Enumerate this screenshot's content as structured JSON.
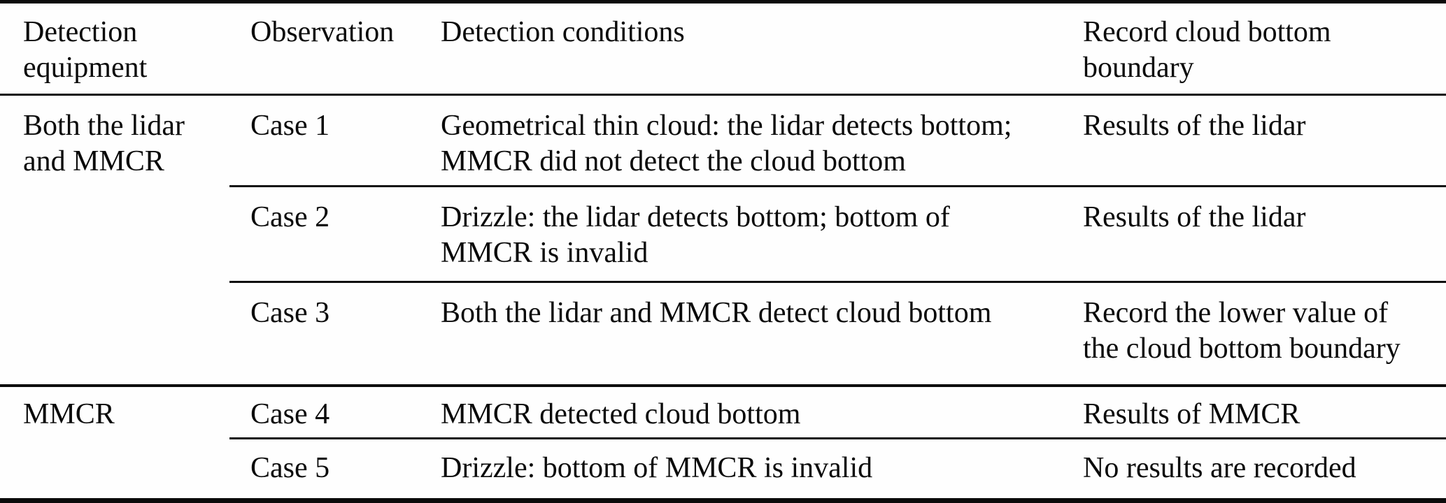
{
  "table": {
    "title_hint": "Cloud bottom boundary recording rules by detection equipment",
    "columns": {
      "equipment": "Detection\nequipment",
      "observation": "Observation",
      "conditions": "Detection conditions",
      "record": "Record cloud bottom\nboundary"
    },
    "rows": [
      {
        "equipment": "Both the lidar\nand MMCR",
        "observation": "Case 1",
        "conditions": "Geometrical thin cloud: the lidar detects bottom;\nMMCR did not detect the cloud bottom",
        "record": "Results of the lidar"
      },
      {
        "observation": "Case 2",
        "conditions": "Drizzle: the lidar detects bottom; bottom of\nMMCR is invalid",
        "record": "Results of the lidar"
      },
      {
        "observation": "Case 3",
        "conditions": "Both the lidar and MMCR detect cloud bottom",
        "record": "Record the lower value of\nthe cloud bottom boundary"
      },
      {
        "equipment": "MMCR",
        "observation": "Case 4",
        "conditions": "MMCR detected cloud bottom",
        "record": "Results of MMCR"
      },
      {
        "observation": "Case 5",
        "conditions": "Drizzle: bottom of MMCR is invalid",
        "record": "No results are recorded"
      }
    ],
    "colors": {
      "rule": "#0b0b0b",
      "text": "#0a0a0a",
      "background": "#fefefe"
    }
  }
}
